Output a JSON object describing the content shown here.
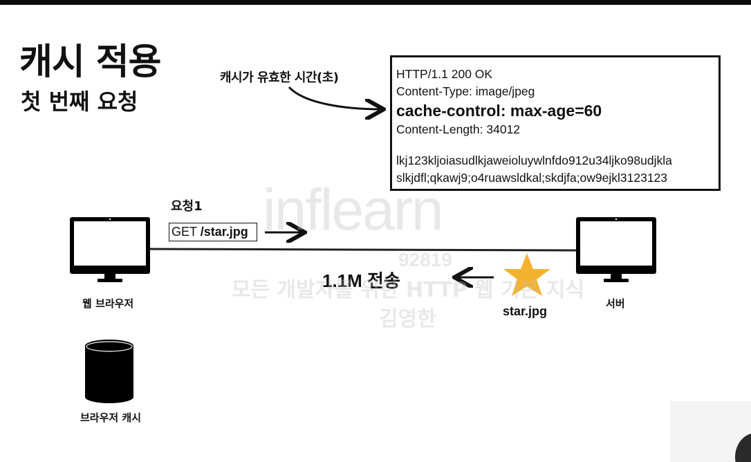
{
  "title": "캐시 적용",
  "subtitle": "첫 번째 요청",
  "annotation": "캐시가 유효한 시간(초)",
  "response": {
    "status_line": "HTTP/1.1 200 OK",
    "content_type": "Content-Type: image/jpeg",
    "cache_control": "cache-control: max-age=60",
    "content_length": "Content-Length: 34012",
    "body_line1": "lkj123kljoiasudlkjaweioluywlnfdo912u34ljko98udjkla",
    "body_line2": "slkjdfl;qkawj9;o4ruawsldkal;skdjfa;ow9ejkl3123123"
  },
  "request": {
    "label": "요청1",
    "method": "GET",
    "path": "/star.jpg"
  },
  "transfer_label": "1.1M 전송",
  "resource_label": "star.jpg",
  "browser_label": "웹 브라우저",
  "server_label": "서버",
  "cache_label": "브라우저 캐시",
  "watermark": {
    "logo": "inflearn",
    "number": "92819",
    "course": "모든 개발자를 위한 HTTP 웹 기본 지식",
    "author": "김영한"
  },
  "colors": {
    "star": "#f4b22f",
    "ink": "#111111"
  },
  "icons": [
    "monitor-icon",
    "star-icon",
    "database-cylinder-icon"
  ]
}
